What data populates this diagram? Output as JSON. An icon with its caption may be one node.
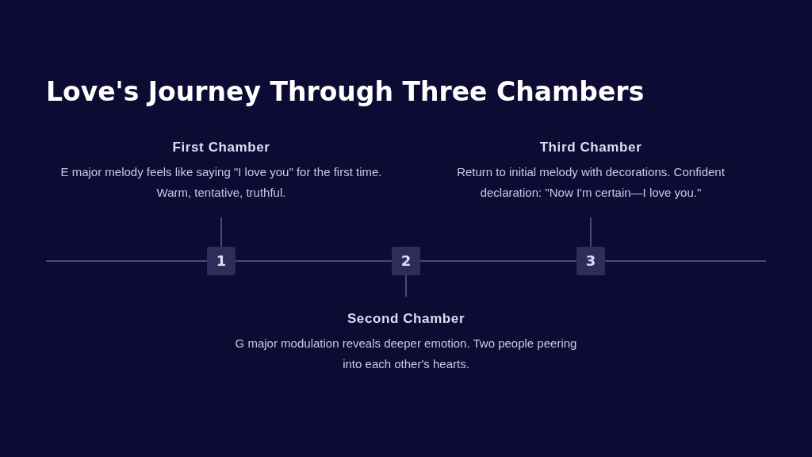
{
  "diagram": {
    "title": "Love's Journey Through Three Chambers",
    "nodes": [
      {
        "text": [
          "First Chamber",
          "E major melody feels like saying \"I love you\" for the first time. Warm, tentative, truthful."
        ]
      },
      {
        "text": [
          "Third Chamber",
          "Return to initial melody with decorations. Confident declaration: \"Now I'm certain—I love you.\""
        ]
      },
      {
        "text": [
          "1"
        ]
      },
      {
        "text": [
          "2"
        ]
      },
      {
        "text": [
          "3"
        ]
      },
      {
        "text": [
          "Second Chamber",
          "G major modulation reveals deeper emotion. Two people peering into each other's hearts."
        ]
      }
    ],
    "edges": [
      {
        "from": null,
        "to": 2,
        "arrow": "none"
      },
      {
        "from": 2,
        "to": 3,
        "arrow": "none"
      },
      {
        "from": 3,
        "to": 4,
        "arrow": "none"
      },
      {
        "from": 4,
        "to": null,
        "arrow": "none"
      },
      {
        "from": 0,
        "to": 2,
        "arrow": "none"
      },
      {
        "from": 3,
        "to": 5,
        "arrow": "none"
      },
      {
        "from": 1,
        "to": 4,
        "arrow": "none"
      }
    ]
  }
}
